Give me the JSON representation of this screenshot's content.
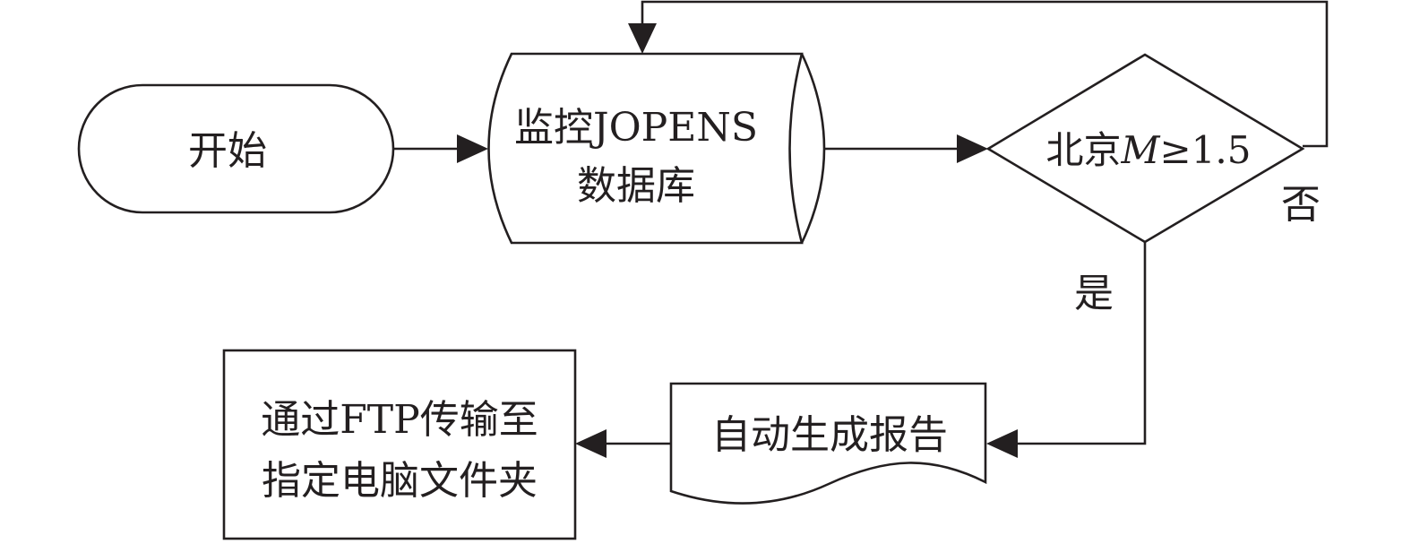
{
  "nodes": {
    "start": {
      "label": "开始"
    },
    "database": {
      "line1": "监控JOPENS",
      "line2": "数据库"
    },
    "decision": {
      "prefix": "北京",
      "variable": "M",
      "suffix": "≥1.5"
    },
    "report": {
      "label": "自动生成报告"
    },
    "transfer": {
      "line1": "通过FTP传输至",
      "line2": "指定电脑文件夹"
    }
  },
  "edges": {
    "no_label": "否",
    "yes_label": "是"
  }
}
